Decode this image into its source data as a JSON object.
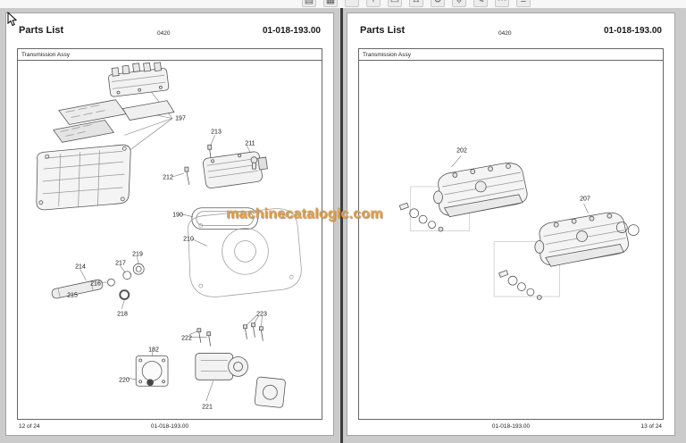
{
  "toolbar": {
    "icons": [
      {
        "name": "thumbnail-panel-icon",
        "glyph": "▤"
      },
      {
        "name": "page-layout-icon",
        "glyph": "▦"
      },
      {
        "name": "zoom-out-icon",
        "glyph": "−"
      },
      {
        "name": "zoom-in-icon",
        "glyph": "+"
      },
      {
        "name": "fit-page-icon",
        "glyph": "▭"
      },
      {
        "name": "fit-width-icon",
        "glyph": "↔"
      },
      {
        "name": "rotate-icon",
        "glyph": "↻"
      },
      {
        "name": "download-icon",
        "glyph": "⇩"
      },
      {
        "name": "annotate-icon",
        "glyph": "✎"
      },
      {
        "name": "more-options-icon",
        "glyph": "⋯"
      },
      {
        "name": "menu-icon",
        "glyph": "≡"
      }
    ]
  },
  "watermark": {
    "text": "machinecatalogic.com",
    "color": "#ED9E2F"
  },
  "left_page": {
    "header": {
      "title": "Parts List",
      "section_code": "0420",
      "doc_number": "01-018-193.00"
    },
    "section_label": "Transmission Assy",
    "callouts": [
      "197",
      "213",
      "211",
      "212",
      "190",
      "210",
      "214",
      "217",
      "219",
      "215",
      "216",
      "218",
      "182",
      "220",
      "222",
      "223",
      "221"
    ],
    "footer": {
      "page_info": "12 of 24",
      "doc_number": "01-018-193.00"
    }
  },
  "right_page": {
    "header": {
      "title": "Parts List",
      "section_code": "0420",
      "doc_number": "01-018-193.00"
    },
    "section_label": "Transmission Assy",
    "callouts": [
      "202",
      "207"
    ],
    "footer": {
      "doc_number": "01-018-193.00",
      "page_info": "13 of 24"
    }
  }
}
